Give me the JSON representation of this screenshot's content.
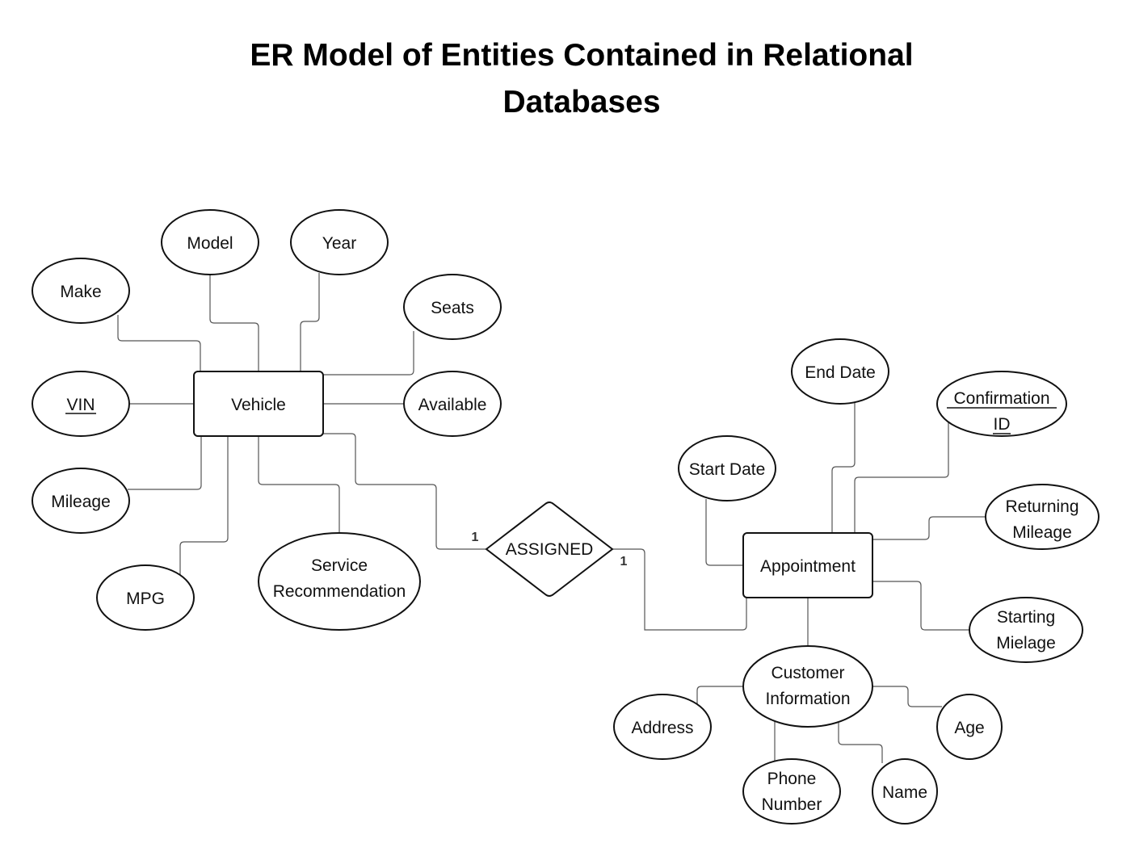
{
  "title": {
    "line1": "ER Model of Entities Contained in Relational",
    "line2": "Databases"
  },
  "entities": {
    "vehicle": "Vehicle",
    "appointment": "Appointment"
  },
  "relationship": {
    "label": "ASSIGNED",
    "card_vehicle": "1",
    "card_appointment": "1"
  },
  "vehicle_attributes": {
    "model": "Model",
    "year": "Year",
    "make": "Make",
    "seats": "Seats",
    "vin": "VIN",
    "available": "Available",
    "mileage": "Mileage",
    "mpg": "MPG",
    "service_1": "Service",
    "service_2": "Recommendation"
  },
  "appointment_attributes": {
    "end_date": "End Date",
    "confirmation_1": "Confirmation",
    "confirmation_2": "ID",
    "start_date": "Start Date",
    "returning_1": "Returning",
    "returning_2": "Mileage",
    "starting_1": "Starting",
    "starting_2": "Mielage",
    "customer_1": "Customer",
    "customer_2": "Information"
  },
  "customer_attributes": {
    "address": "Address",
    "age": "Age",
    "phone_1": "Phone",
    "phone_2": "Number",
    "name": "Name"
  },
  "key_attributes": [
    "VIN",
    "Confirmation ID"
  ]
}
